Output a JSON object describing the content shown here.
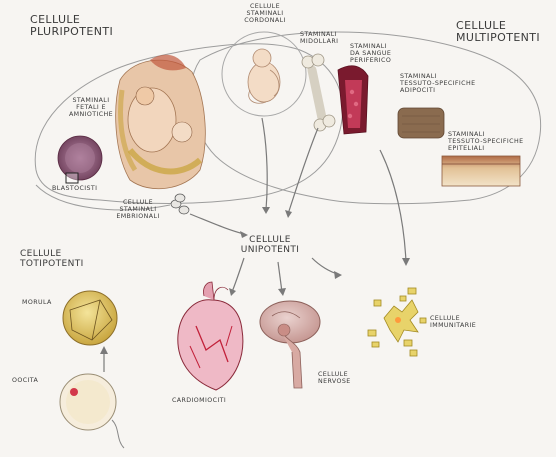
{
  "labels": {
    "pluripotenti": "CELLULE\nPLURIPOTENTI",
    "multipotenti": "CELLULE\nMULTIPOTENTI",
    "cordonali": "CELLULE\nSTAMINALI\nCORDONALI",
    "midollari": "STAMINALI\nMIDOLLARI",
    "sangue_periferico": "STAMINALI\nDA SANGUE\nPERIFERICO",
    "adipociti": "STAMINALI\nTESSUTO-SPECIFICHE\nADIPOCITI",
    "epiteliali": "STAMINALI\nTESSUTO-SPECIFICHE\nEPITELIALI",
    "fetali_amniotiche": "STAMINALI\nFETALI E\nAMNIOTICHE",
    "blastocisti": "BLASTOCISTI",
    "embrionali": "CELLULE\nSTAMINALI\nEMBRIONALI",
    "unipotenti": "CELLULE\nUNIPOTENTI",
    "totipotenti": "CELLULE\nTOTIPOTENTI",
    "morula": "MORULA",
    "oocita": "OOCITA",
    "cardiomiociti": "CARDIOMIOCITI",
    "nervose": "CELLULE\nNERVOSE",
    "immunitarie": "CELLULE\nIMMUNITARIE"
  }
}
